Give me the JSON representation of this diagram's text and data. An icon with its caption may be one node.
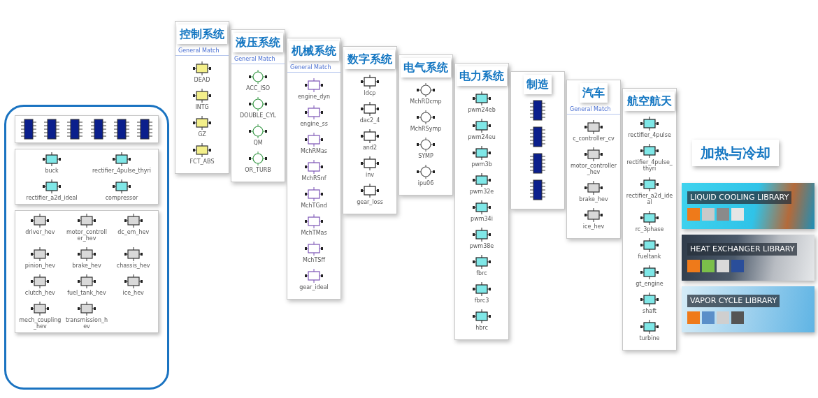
{
  "diagram": {
    "nodes": [
      {
        "text": [
          "控制系统",
          "General Match",
          "DEAD",
          "INTG",
          "GZ",
          "FCT_ABS"
        ]
      },
      {
        "text": [
          "液压系统",
          "General Match",
          "ACC_ISO",
          "DOUBLE_CYL",
          "QM",
          "OR_TURB"
        ]
      },
      {
        "text": [
          "机械系统",
          "General Match",
          "engine_dyn",
          "engine_ss",
          "MchRMas",
          "MchRSnf",
          "MchTGnd",
          "MchTMas",
          "MchTSff",
          "gear_ideal"
        ]
      },
      {
        "text": [
          "数字系统",
          "ldcp",
          "dac2_4",
          "and2",
          "inv",
          "gear_loss"
        ]
      },
      {
        "text": [
          "电气系统",
          "MchRDcmp",
          "MchRSymp",
          "SYMP",
          "ipu06"
        ]
      },
      {
        "text": [
          "电力系统",
          "pwm24eb",
          "pwm24eu",
          "pwm3b",
          "pwm32e",
          "pwm34i",
          "pwm38e",
          "fbrc",
          "fbrc3",
          "hbrc"
        ]
      },
      {
        "text": [
          "制造"
        ]
      },
      {
        "text": [
          "汽车",
          "General Match",
          "c_controller_cv",
          "motor_controller_hev",
          "brake_hev",
          "ice_hev"
        ]
      },
      {
        "text": [
          "航空航天",
          "rectifier_4pulse",
          "rectifier_4pulse_thyri",
          "rectifier_a2d_ideal",
          "rc_3phase",
          "fueltank",
          "gt_engine",
          "shaft",
          "turbine"
        ]
      },
      {
        "text": [
          "加热与冷却"
        ]
      },
      {
        "text": [
          "LIQUID COOLING LIBRARY"
        ]
      },
      {
        "text": [
          "HEAT EXCHANGER LIBRARY"
        ]
      },
      {
        "text": [
          "VAPOR CYCLE LIBRARY"
        ]
      },
      {
        "text": [],
        "shape": "box"
      },
      {
        "text": [],
        "shape": "box",
        "in": 13
      },
      {
        "text": [
          "buck",
          "rectifier_4pulse_thyri",
          "rectifier_a2d_ideal",
          "compressor"
        ],
        "in": 13
      },
      {
        "text": [
          "driver_hev",
          "motor_controller_hev",
          "dc_em_hev",
          "pinion_hev",
          "brake_hev",
          "chassis_hev",
          "clutch_hev",
          "fuel_tank_hev",
          "ice_hev",
          "mech_coupling_hev",
          "transmission_hev"
        ],
        "in": 13
      }
    ]
  }
}
